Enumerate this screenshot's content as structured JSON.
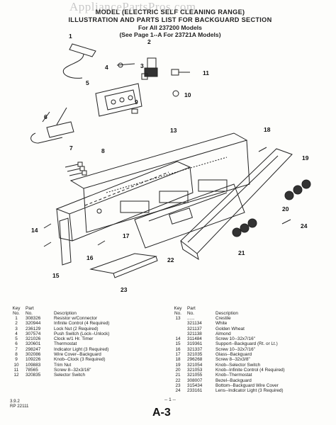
{
  "watermark": "AppliancePartsPros.com",
  "header": {
    "line1": "MODEL (ELECTRIC SELF CLEANING RANGE)",
    "line2": "ILLUSTRATION AND PARTS LIST FOR BACKGUARD SECTION",
    "line3": "For All 237200 Models",
    "line4": "(See Page 1--A For 23721A Models)"
  },
  "callouts": [
    "1",
    "2",
    "3",
    "4",
    "5",
    "6",
    "7",
    "8",
    "9",
    "10",
    "11",
    "13",
    "14",
    "15",
    "16",
    "17",
    "18",
    "19",
    "20",
    "21",
    "22",
    "23",
    "24"
  ],
  "parts_left": {
    "col_key": "Key\nNo.",
    "col_part": "Part\nNo.",
    "col_desc": "Description",
    "rows": [
      {
        "key": "1",
        "part": "308326",
        "desc": "Resistor w/Connector"
      },
      {
        "key": "2",
        "part": "320944",
        "desc": "Infinite Control (4 Required)"
      },
      {
        "key": "3",
        "part": "236129",
        "desc": "Lock Nut (2 Required)"
      },
      {
        "key": "4",
        "part": "307574",
        "desc": "Push Switch (Lock--Unlock)"
      },
      {
        "key": "5",
        "part": "321026",
        "desc": "Clock w/1 Hr. Timer"
      },
      {
        "key": "6",
        "part": "320601",
        "desc": "Thermostat"
      },
      {
        "key": "7",
        "part": "298247",
        "desc": "Indicator Light (3 Required)"
      },
      {
        "key": "8",
        "part": "302086",
        "desc": "Wire Cover--Backguard"
      },
      {
        "key": "9",
        "part": "109226",
        "desc": "Knob--Clock (3 Required)"
      },
      {
        "key": "10",
        "part": "109883",
        "desc": "Trim Nut"
      },
      {
        "key": "11",
        "part": "78565",
        "desc": "Screw 8--32x3/16\""
      },
      {
        "key": "12",
        "part": "320835",
        "desc": "Selector Switch"
      }
    ]
  },
  "parts_right": {
    "col_key": "Key\nNo.",
    "col_part": "Part\nNo.",
    "col_desc": "Description",
    "rows": [
      {
        "key": "13",
        "part": "......",
        "desc": "Crestile"
      },
      {
        "key": "",
        "part": "321134",
        "desc": "White"
      },
      {
        "key": "",
        "part": "321137",
        "desc": "Golden Wheat"
      },
      {
        "key": "",
        "part": "321138",
        "desc": "Almond"
      },
      {
        "key": "14",
        "part": "311484",
        "desc": "Screw 10--32x7/16\""
      },
      {
        "key": "15",
        "part": "319361",
        "desc": "Support--Backguard (Rt. or Lt.)"
      },
      {
        "key": "16",
        "part": "321337",
        "desc": "Screw 10--32x7/16\""
      },
      {
        "key": "17",
        "part": "321035",
        "desc": "Glass--Backguard"
      },
      {
        "key": "18",
        "part": "296268",
        "desc": "Screw 8--32x3/8\""
      },
      {
        "key": "19",
        "part": "321054",
        "desc": "Knob--Selector Switch"
      },
      {
        "key": "20",
        "part": "321053",
        "desc": "Knob--Infinite Control (4 Required)"
      },
      {
        "key": "21",
        "part": "321055",
        "desc": "Knob--Thermostat"
      },
      {
        "key": "22",
        "part": "308007",
        "desc": "Bezel--Backguard"
      },
      {
        "key": "23",
        "part": "315434",
        "desc": "Bottom--Backguard Wire Cover"
      },
      {
        "key": "24",
        "part": "233161",
        "desc": "Lens--Indicator Light (3 Required)"
      }
    ]
  },
  "footer": {
    "code_line1": "3.9.2",
    "code_line2": "RP 22111",
    "page_number": "-- 1 --",
    "page_label": "A-3"
  }
}
